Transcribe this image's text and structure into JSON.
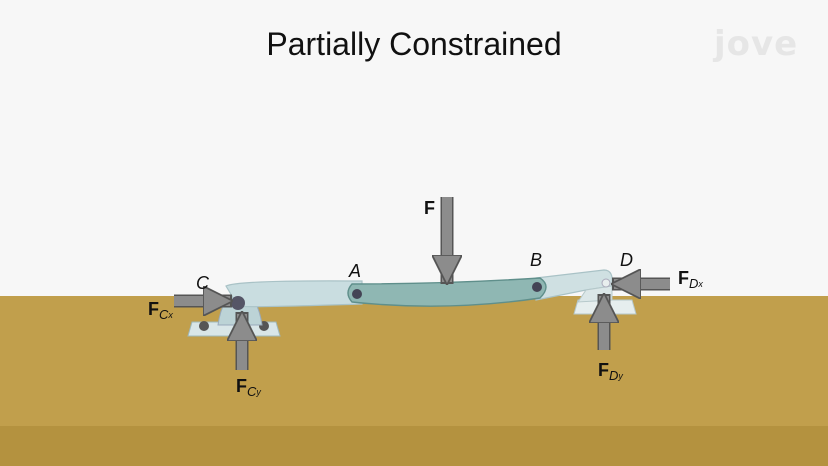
{
  "title": "Partially Constrained",
  "logo": "jove",
  "points": {
    "A": "A",
    "B": "B",
    "C": "C",
    "D": "D"
  },
  "forces": {
    "F": {
      "base": "F"
    },
    "FCx": {
      "base": "F",
      "sub": "C",
      "sub2": "x"
    },
    "FCy": {
      "base": "F",
      "sub": "C",
      "sub2": "y"
    },
    "FDx": {
      "base": "F",
      "sub": "D",
      "sub2": "x"
    },
    "FDy": {
      "base": "F",
      "sub": "D",
      "sub2": "y"
    }
  },
  "colors": {
    "ground": "#c19f4c",
    "member": "#c9dde0",
    "link": "#8fb7b3",
    "arrow": "#8c8c8c"
  }
}
